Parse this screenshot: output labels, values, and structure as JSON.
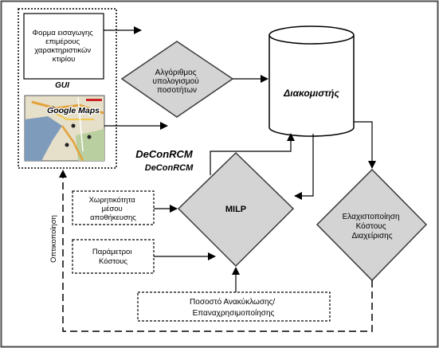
{
  "gui": {
    "form_lines": [
      "Φορμα εισαγωγης",
      "επιμέρους",
      "χαρακτηριστικών",
      "κτιρίου"
    ],
    "label": "GUI",
    "map_label": "Google Maps"
  },
  "algorithm_lines": [
    "Αλγόριθμος",
    "υπολογισμού",
    "ποσοτήτων"
  ],
  "server_label": "Διακομιστής",
  "system_name": "DeConRCM",
  "system_name_shadow": "DeConRCM",
  "storage_lines": [
    "Χωρητικότητα",
    "μέσου",
    "αποθήκευσης"
  ],
  "cost_params_lines": [
    "Παράμετροι",
    "Κόστους"
  ],
  "milp_label": "MILP",
  "minimization_lines": [
    "Ελαχιστοποίηση",
    "Κόστους",
    "Διαχείρισης"
  ],
  "recycling_lines": [
    "Ποσοστό Ανακύκλωσης/",
    "Επαναχρησιμοποίησης"
  ],
  "visualization_label": "Οπτικοποίηση",
  "colors": {
    "border": "#4f4f4f",
    "diamond_fill": "#d4d4d4",
    "diamond_stroke": "#3a3a3a",
    "server_fill": "#ffffff",
    "map_water": "#7f9bbb",
    "map_land": "#e6dfc9",
    "map_roads": "#e3a23b",
    "map_green": "#b9cf9f",
    "shadow_text": "#bdbdbd"
  }
}
